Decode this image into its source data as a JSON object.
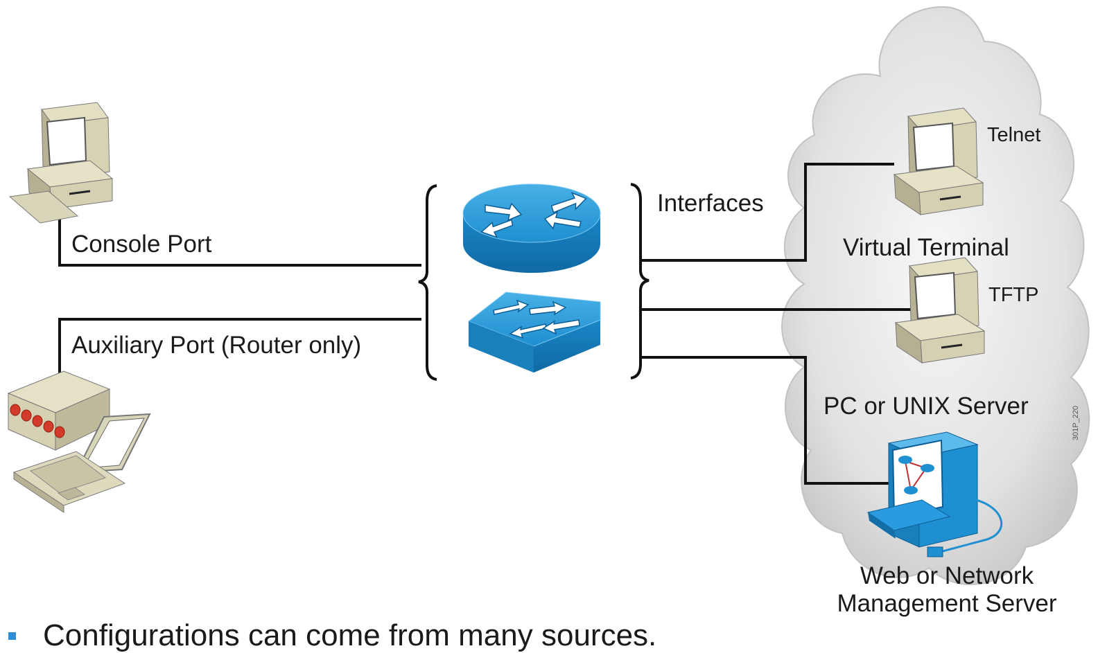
{
  "diagram": {
    "console_port_label": "Console Port",
    "auxiliary_port_label": "Auxiliary Port (Router only)",
    "interfaces_label": "Interfaces",
    "telnet_label": "Telnet",
    "virtual_terminal_label": "Virtual Terminal",
    "tftp_label": "TFTP",
    "pc_unix_server_label": "PC or UNIX Server",
    "web_nms_label": "Web or Network Management Server",
    "figure_code": "301P_220"
  },
  "bullet": {
    "text": "Configurations can come from many sources."
  },
  "colors": {
    "device_blue": "#1e8fd0",
    "cloud_gray": "#d9d9d9",
    "pc_beige": "#d8d4b6",
    "bullet_blue": "#2f8fd6"
  }
}
